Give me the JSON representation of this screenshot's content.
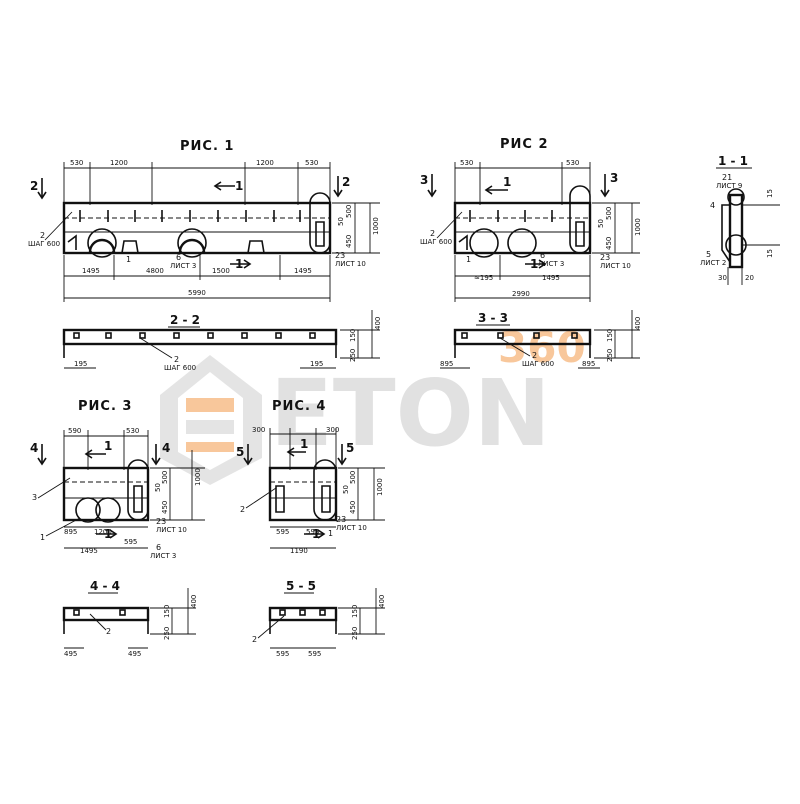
{
  "figures": {
    "fig1": {
      "title": "РИС. 1",
      "dims_top": [
        "530",
        "1200",
        "1200",
        "530"
      ],
      "dims_bottom": [
        "1495",
        "4800",
        "1500",
        "1495"
      ],
      "overall": "5990",
      "heights": [
        "500",
        "450",
        "1000",
        "50"
      ],
      "section_marks": [
        "2",
        "2",
        "1",
        "1"
      ],
      "labels": {
        "item2": "2",
        "step": "ШАГ 600",
        "item1": "1",
        "item6": "6",
        "sheet3": "ЛИСТ 3",
        "item23": "23",
        "sheet10": "ЛИСТ 10"
      }
    },
    "fig2": {
      "title": "РИС 2",
      "dims_top": [
        "530",
        "530"
      ],
      "dims_bottom": [
        "≈195",
        "1495"
      ],
      "overall": "2990",
      "heights": [
        "500",
        "450",
        "1000",
        "50"
      ],
      "section_marks": [
        "3",
        "3",
        "1",
        "1"
      ],
      "labels": {
        "item2": "2",
        "step": "ШАГ 600",
        "item1": "1",
        "item6": "6",
        "sheet3": "ЛИСТ 3",
        "item23": "23",
        "sheet10": "ЛИСТ 10"
      }
    },
    "sec11": {
      "title": "1 - 1",
      "labels": {
        "item21": "21",
        "sheet9": "ЛИСТ 9",
        "item4": "4",
        "item5": "5",
        "sheet2": "ЛИСТ 2",
        "dim30": "30",
        "dim20": "20",
        "dim15": "15"
      }
    },
    "sec22": {
      "title": "2 - 2",
      "dims": [
        "195",
        "195"
      ],
      "heights": [
        "400",
        "150",
        "250"
      ],
      "labels": {
        "item2": "2",
        "step": "ШАГ 600"
      }
    },
    "sec33": {
      "title": "3 - 3",
      "dims": [
        "895",
        "895"
      ],
      "heights": [
        "400",
        "150",
        "250"
      ],
      "labels": {
        "item2": "2",
        "step": "ШАГ 600"
      }
    },
    "fig3": {
      "title": "РИС. 3",
      "dims_top": [
        "590",
        "530"
      ],
      "dims_bottom": [
        "895",
        "1200",
        "595"
      ],
      "overall": "1495",
      "heights": [
        "500",
        "1000",
        "50",
        "450"
      ],
      "section_marks": [
        "4",
        "4",
        "1",
        "1"
      ],
      "labels": {
        "item3": "3",
        "item1": "1",
        "item23": "23",
        "sheet10": "ЛИСТ 10",
        "item6": "6",
        "sheet3": "ЛИСТ 3"
      }
    },
    "fig4": {
      "title": "РИС. 4",
      "dims_top": [
        "300",
        "300"
      ],
      "dims_bottom": [
        "595",
        "595"
      ],
      "overall": "1190",
      "heights": [
        "1000",
        "500",
        "450",
        "50"
      ],
      "section_marks": [
        "5",
        "5",
        "1",
        "1"
      ],
      "labels": {
        "item2": "2",
        "item1": "1",
        "item23": "23",
        "sheet10": "ЛИСТ 10"
      }
    },
    "sec44": {
      "title": "4 - 4",
      "dims": [
        "495",
        "495"
      ],
      "heights": [
        "400",
        "150",
        "250"
      ],
      "labels": {
        "item2": "2"
      }
    },
    "sec55": {
      "title": "5 - 5",
      "dims": [
        "595",
        "595"
      ],
      "heights": [
        "400",
        "150",
        "250"
      ],
      "labels": {
        "item2": "2"
      }
    }
  },
  "watermark": {
    "text": "ETON",
    "sub": "360",
    "color_orange": "#f39a4a",
    "color_gray": "#c9c9c9"
  }
}
